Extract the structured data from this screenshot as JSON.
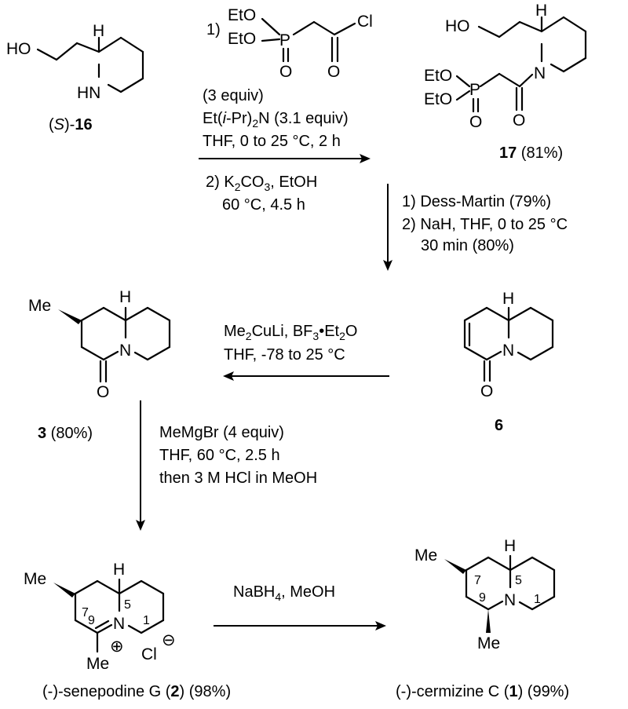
{
  "step1": {
    "reagent_line1": "1)",
    "reagent_note": "(3 equiv)",
    "base_prefix": "Et(",
    "base_italic": "i",
    "base_mid": "-Pr)",
    "base_sub": "2",
    "base_suffix": "N (3.1 equiv)",
    "conditions": "THF, 0 to 25 °C, 2 h",
    "step2_prefix": "2) K",
    "step2_sub": "2",
    "step2_suffix": "CO",
    "step2_sub2": "3",
    "step2_tail": ", EtOH",
    "step2_conditions": "60 °C, 4.5 h"
  },
  "step2": {
    "line1": "1) Dess-Martin (79%)",
    "line2": "2) NaH, THF, 0 to 25 °C",
    "line3": "30 min (80%)"
  },
  "step3": {
    "line1_a": "Me",
    "line1_sub": "2",
    "line1_b": "CuLi, BF",
    "line1_sub2": "3",
    "line1_c": "•Et",
    "line1_sub3": "2",
    "line1_d": "O",
    "line2": "THF, -78 to 25 °C"
  },
  "step4": {
    "line1": "MeMgBr (4 equiv)",
    "line2": "THF, 60 °C, 2.5 h",
    "line3": "then 3 M HCl in MeOH"
  },
  "step5": {
    "line1_a": "NaBH",
    "line1_sub": "4",
    "line1_b": ", MeOH"
  },
  "compounds": {
    "c16": {
      "prefix": "(",
      "stereo": "S",
      "mid": ")-",
      "number": "16"
    },
    "c17": {
      "number": "17",
      "yield": " (81%)"
    },
    "c6": {
      "number": "6"
    },
    "c3": {
      "number": "3",
      "yield": " (80%)"
    },
    "c2": {
      "prefix": "(-)-senepodine G (",
      "number": "2",
      "suffix": ") (98%)"
    },
    "c1": {
      "prefix": "(-)-cermizine C (",
      "number": "1",
      "suffix": ") (99%)"
    }
  },
  "atoms": {
    "HO": "HO",
    "H": "H",
    "HN": "HN",
    "N": "N",
    "O": "O",
    "P": "P",
    "Cl": "Cl",
    "EtO": "EtO",
    "Me": "Me",
    "plus": "⊕",
    "minus": "⊖"
  },
  "locants": {
    "n7": "7",
    "n9": "9",
    "n5": "5",
    "n1": "1"
  }
}
